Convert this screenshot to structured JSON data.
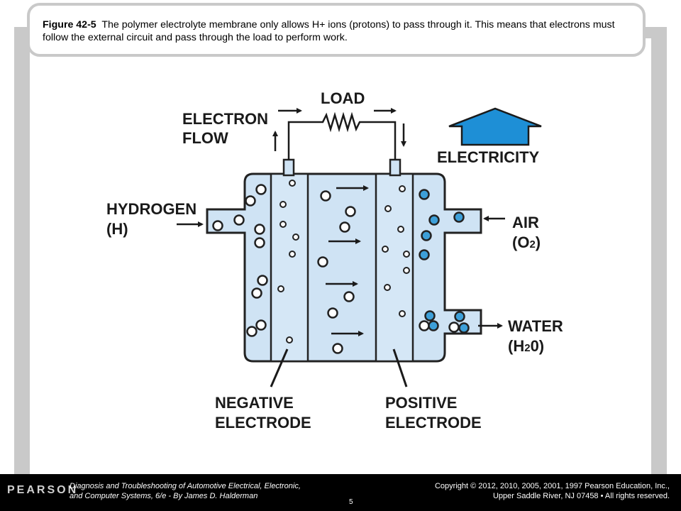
{
  "caption": {
    "figure_label": "Figure 42-5",
    "text": "The polymer electrolyte membrane only allows H+ ions (protons) to pass through it. This means that electrons must follow the external circuit and pass through the load to perform work."
  },
  "diagram": {
    "labels": {
      "load": "LOAD",
      "electron_flow_1": "ELECTRON",
      "electron_flow_2": "FLOW",
      "electricity": "ELECTRICITY",
      "hydrogen_1": "HYDROGEN",
      "hydrogen_2": "(H)",
      "air_1": "AIR",
      "air_2": "(O",
      "air_sub": "2",
      "air_3": ")",
      "water_1": "WATER",
      "water_2": "(H",
      "water_sub": "2",
      "water_3": "0)",
      "negative_1": "NEGATIVE",
      "negative_2": "ELECTRODE",
      "positive_1": "POSITIVE",
      "positive_2": "ELECTRODE"
    },
    "colors": {
      "cell_fill": "#cfe3f4",
      "oxygen_blue": "#3d9fd8",
      "arrow_blue": "#1e8fd6",
      "outline": "#222222"
    }
  },
  "footer": {
    "logo": "PEARSON",
    "book_line_1": "Diagnosis and Troubleshooting of Automotive Electrical, Electronic,",
    "book_line_2": "and Computer Systems, 6/e - By James D. Halderman",
    "page_number": "5",
    "copyright_line_1": "Copyright © 2012, 2010, 2005, 2001, 1997 Pearson Education, Inc.,",
    "copyright_line_2": "Upper Saddle River, NJ 07458 • All rights reserved."
  }
}
